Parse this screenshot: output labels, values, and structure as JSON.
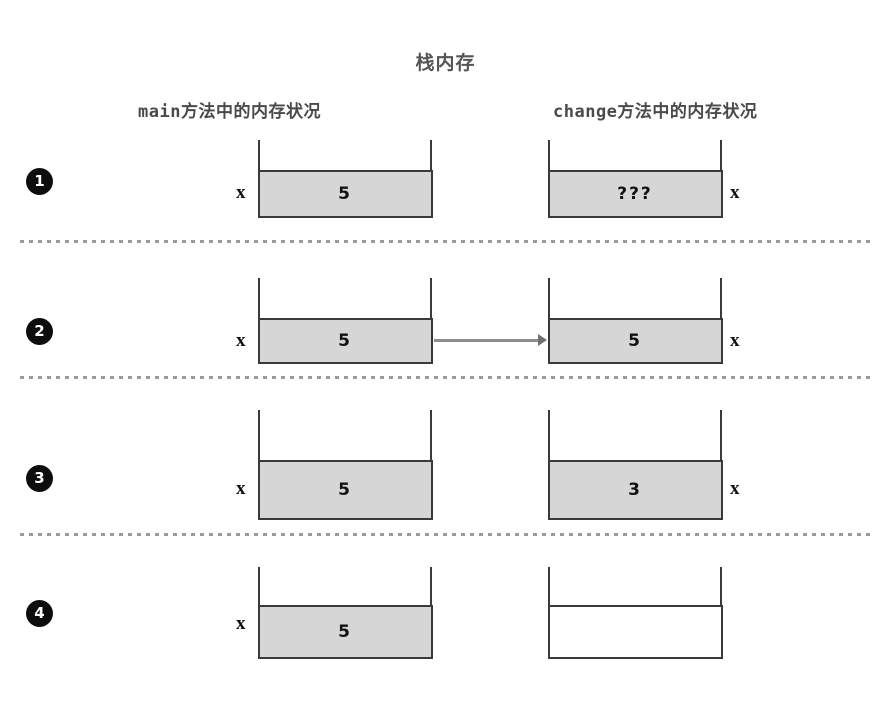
{
  "title": "栈内存",
  "columns": {
    "left_header": "main方法中的内存状况",
    "right_header": "change方法中的内存状况"
  },
  "colors": {
    "cell_fill": "#d6d6d6",
    "cell_border": "#3a3a3a",
    "badge_bg": "#0d0d0d",
    "arrow": "#8e8e8e",
    "separator": "#9a9a9a",
    "title_text": "#555555"
  },
  "steps": [
    {
      "badge": "1",
      "left": {
        "value": "5",
        "var_label": "x",
        "var_side": "left",
        "filled": true
      },
      "right": {
        "value": "???",
        "var_label": "x",
        "var_side": "right",
        "filled": true
      },
      "arrow": false
    },
    {
      "badge": "2",
      "left": {
        "value": "5",
        "var_label": "x",
        "var_side": "left",
        "filled": true
      },
      "right": {
        "value": "5",
        "var_label": "x",
        "var_side": "right",
        "filled": true
      },
      "arrow": true
    },
    {
      "badge": "3",
      "left": {
        "value": "5",
        "var_label": "x",
        "var_side": "left",
        "filled": true
      },
      "right": {
        "value": "3",
        "var_label": "x",
        "var_side": "right",
        "filled": true
      },
      "arrow": false
    },
    {
      "badge": "4",
      "left": {
        "value": "5",
        "var_label": "x",
        "var_side": "left",
        "filled": true
      },
      "right": {
        "value": "",
        "var_label": "",
        "var_side": "right",
        "filled": false
      },
      "arrow": false
    }
  ]
}
